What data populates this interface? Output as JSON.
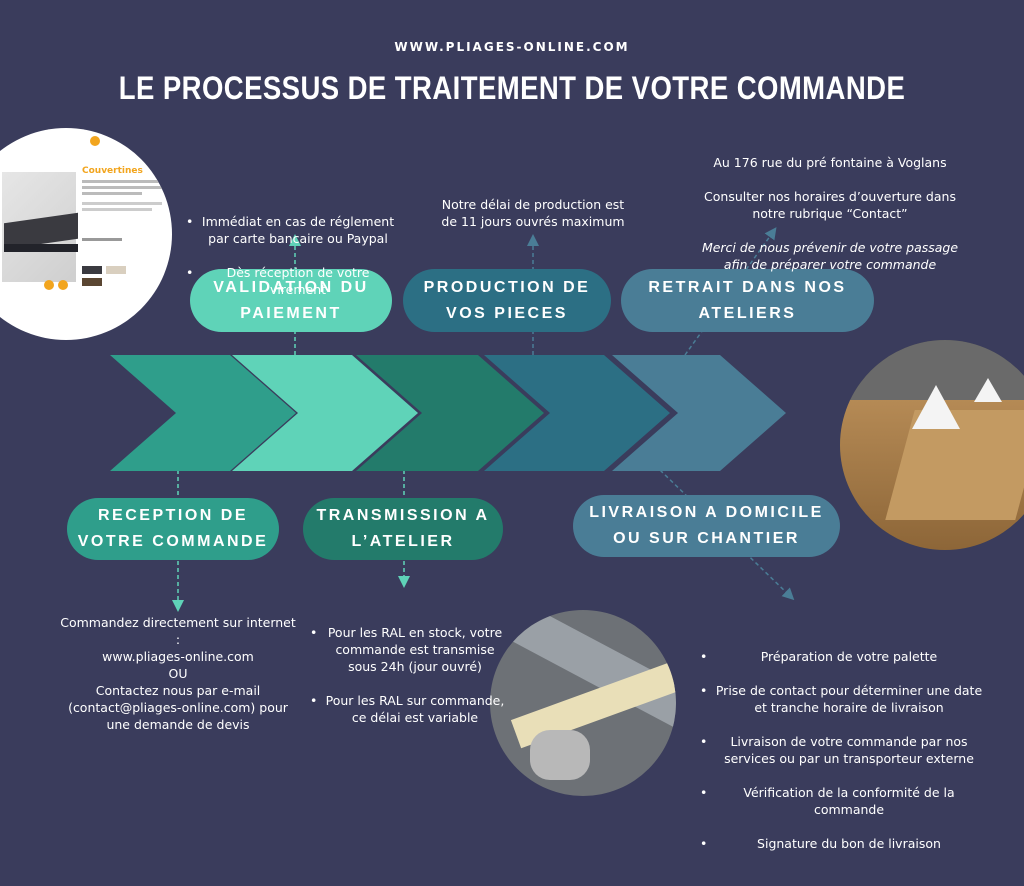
{
  "header": {
    "url": "WWW.PLIAGES-ONLINE.COM",
    "title": "LE PROCESSUS DE TRAITEMENT DE VOTRE COMMANDE"
  },
  "colors": {
    "background": "#3a3c5c",
    "arrow_1": "#2f9e8b",
    "arrow_2": "#5fd3b8",
    "arrow_3": "#237b6b",
    "arrow_4": "#2c6f84",
    "arrow_5": "#4a7d96"
  },
  "steps": [
    {
      "label": "VALIDATION DU\nPAIEMENT"
    },
    {
      "label": "PRODUCTION DE\nVOS PIECES"
    },
    {
      "label": "RETRAIT DANS NOS\nATELIERS"
    },
    {
      "label": "RECEPTION DE\nVOTRE COMMANDE"
    },
    {
      "label": "TRANSMISSION A\nL’ATELIER"
    },
    {
      "label": "LIVRAISON A DOMICILE\nOU SUR CHANTIER"
    }
  ],
  "texts": {
    "paiement": [
      "Immédiat en cas de réglement par carte bancaire ou Paypal",
      "Dès réception de votre virement"
    ],
    "production": "Notre délai de production est\nde 11 jours ouvrés maximum",
    "retrait_line1": "Au 176 rue du pré fontaine à Voglans",
    "retrait_line2": "Consulter nos horaires d’ouverture dans\nnotre rubrique “Contact”",
    "retrait_line3": "Merci de nous prévenir de votre passage\nafin de préparer votre commande",
    "reception": "Commandez directement sur internet :\nwww.pliages-online.com\nOU\nContactez nous par e-mail\n(contact@pliages-online.com) pour\nune demande de devis",
    "transmission": [
      "Pour les RAL en stock, votre commande est transmise sous 24h (jour ouvré)",
      "Pour les RAL sur commande, ce délai est variable"
    ],
    "livraison": [
      "Préparation de votre palette",
      "Prise de contact pour déterminer une date et tranche horaire de livraison",
      "Livraison de votre commande par nos services ou par un transporteur externe",
      "Vérification de la conformité de la commande",
      "Signature du bon de livraison"
    ]
  },
  "screenshot": {
    "heading": "Couvertines"
  }
}
